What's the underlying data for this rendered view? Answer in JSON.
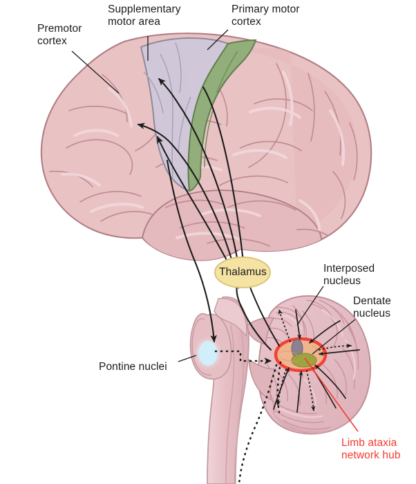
{
  "figure": {
    "title": "Cerebello-thalamo-cortical motor network and limb ataxia hub",
    "type": "anatomical-diagram"
  },
  "labels": {
    "premotor_cortex": "Premotor\ncortex",
    "supplementary_motor_area": "Supplementary\nmotor area",
    "primary_motor_cortex": "Primary motor\ncortex",
    "thalamus": "Thalamus",
    "interposed_nucleus": "Interposed\nnucleus",
    "dentate_nucleus": "Dentate\nnucleus",
    "pontine_nuclei": "Pontine nuclei",
    "limb_ataxia_network_hub": "Limb ataxia\nnetwork hub"
  },
  "colors": {
    "cortex_pink_fill": "#e9c2c4",
    "cortex_pink_shade": "#dcaeb2",
    "cortex_outline": "#b07d84",
    "premotor_fill": "#cfc9da",
    "premotor_outline": "#8d8799",
    "primary_motor_fill": "#8fae78",
    "primary_motor_outline": "#5f7d4c",
    "thalamus_fill": "#f5e3a4",
    "thalamus_outline": "#ddc477",
    "pontine_fill": "#cfeefb",
    "brainstem_fill": "#e6bfc4",
    "cerebellum_fill": "#e3b8bf",
    "hub_outline": "#f4392e",
    "hub_fill": "#f2b48a",
    "dentate_fill": "#9aa23d",
    "interposed_fill": "#8c8190",
    "arrow_black": "#1b1b1b",
    "label_red": "#f4392e",
    "background": "#ffffff"
  },
  "structures": [
    {
      "name": "cerebral-cortex",
      "color": "#e9c2c4"
    },
    {
      "name": "premotor-cortex-region",
      "color": "#cfc9da"
    },
    {
      "name": "supplementary-motor-area-region",
      "color": "#cfc9da"
    },
    {
      "name": "primary-motor-cortex-region",
      "color": "#8fae78"
    },
    {
      "name": "thalamus-node",
      "color": "#f5e3a4"
    },
    {
      "name": "pontine-nuclei-node",
      "color": "#cfeefb"
    },
    {
      "name": "cerebellum",
      "color": "#e3b8bf"
    },
    {
      "name": "brainstem",
      "color": "#e6bfc4"
    },
    {
      "name": "dentate-nucleus-node",
      "color": "#9aa23d"
    },
    {
      "name": "interposed-nucleus-node",
      "color": "#8c8190"
    },
    {
      "name": "limb-ataxia-hub-ellipse",
      "color": "#f4392e"
    }
  ],
  "connections": [
    {
      "from": "thalamus",
      "to": "premotor-cortex",
      "style": "solid-arrow"
    },
    {
      "from": "thalamus",
      "to": "supplementary-motor-area",
      "style": "solid-arrow"
    },
    {
      "from": "thalamus",
      "to": "primary-motor-cortex",
      "style": "solid-arrow"
    },
    {
      "from": "cerebellar-nuclei",
      "to": "thalamus",
      "style": "solid-arrow"
    },
    {
      "from": "cortex",
      "to": "pontine-nuclei",
      "style": "solid-arrow"
    },
    {
      "from": "pontine-nuclei",
      "to": "cerebellum",
      "style": "dashed-arrow"
    },
    {
      "from": "limb-ataxia-hub",
      "to": "cerebellar-cortex",
      "style": "radiating"
    }
  ]
}
